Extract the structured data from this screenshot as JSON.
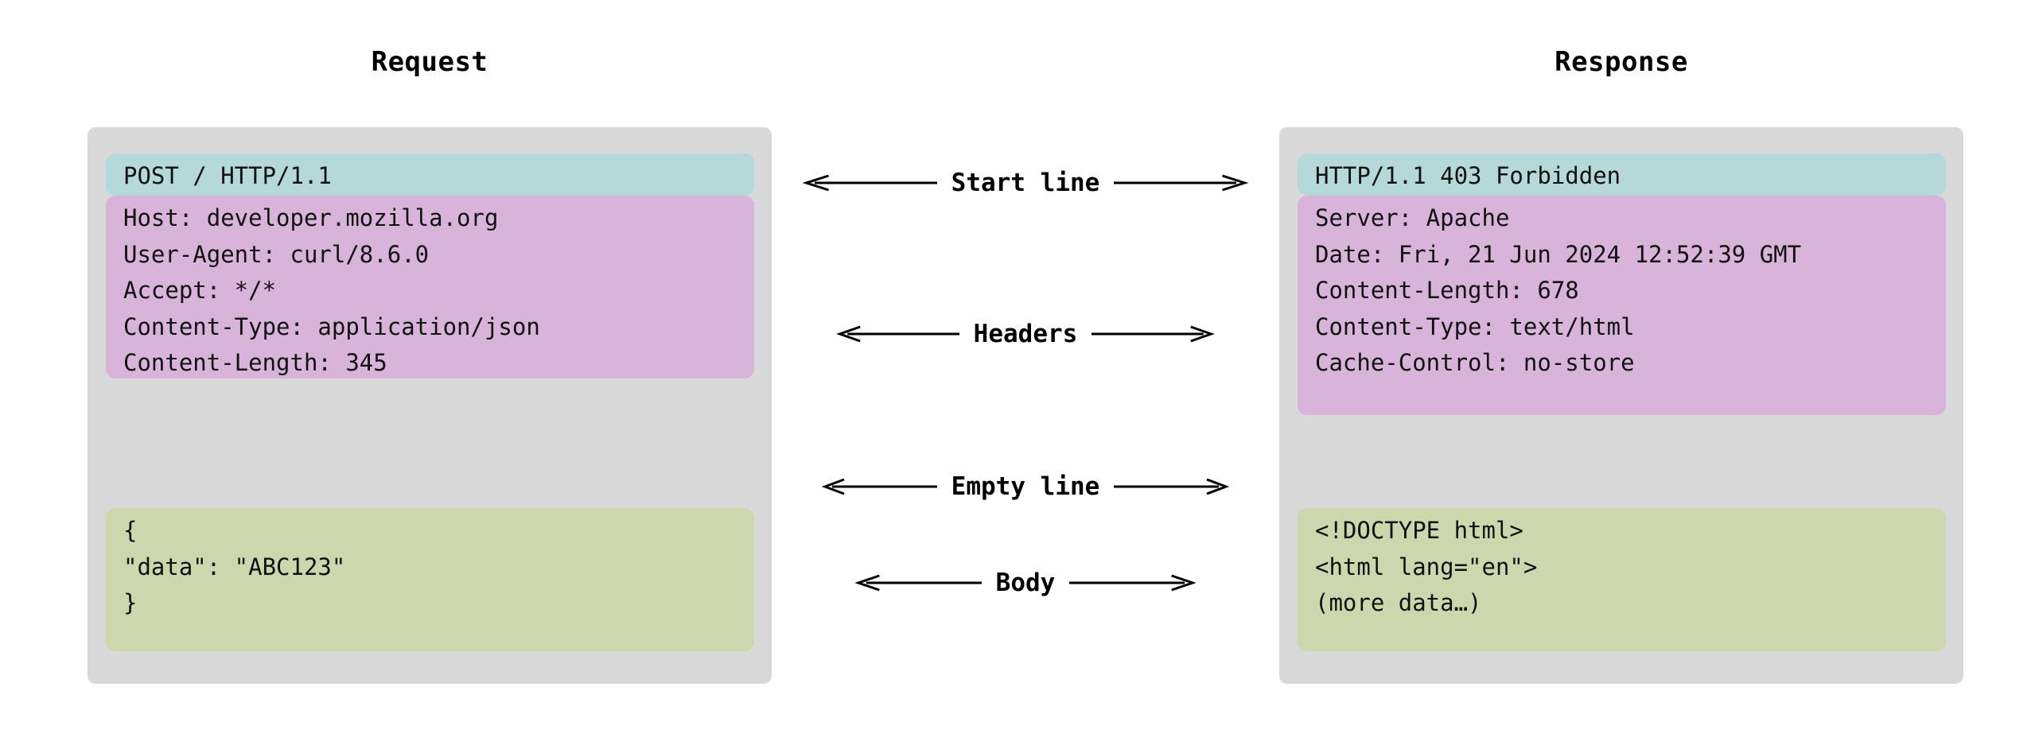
{
  "diagram": {
    "title_request": "Request",
    "title_response": "Response",
    "colors": {
      "panel_background": "#d9d9d9",
      "start_line": "#b5d9d8",
      "headers": "#d9b4da",
      "body": "#ccd7ae",
      "text": "#121212",
      "arrow": "#000000",
      "page_background": "#ffffff"
    },
    "request": {
      "start_line": "POST / HTTP/1.1",
      "headers": [
        "Host: developer.mozilla.org",
        "User-Agent: curl/8.6.0",
        "Accept: */*",
        "Content-Type: application/json",
        "Content-Length: 345"
      ],
      "body": [
        "{",
        "\"data\": \"ABC123\"",
        "}"
      ]
    },
    "response": {
      "start_line": "HTTP/1.1 403 Forbidden",
      "headers": [
        "Server: Apache",
        "Date: Fri, 21 Jun 2024 12:52:39 GMT",
        "Content-Length: 678",
        "Content-Type: text/html",
        "Cache-Control: no-store"
      ],
      "body": [
        "<!DOCTYPE html>",
        "<html lang=\"en\">",
        "(more data…)"
      ]
    },
    "annotations": [
      {
        "label": "Start line"
      },
      {
        "label": "Headers"
      },
      {
        "label": "Empty line"
      },
      {
        "label": "Body"
      }
    ]
  }
}
